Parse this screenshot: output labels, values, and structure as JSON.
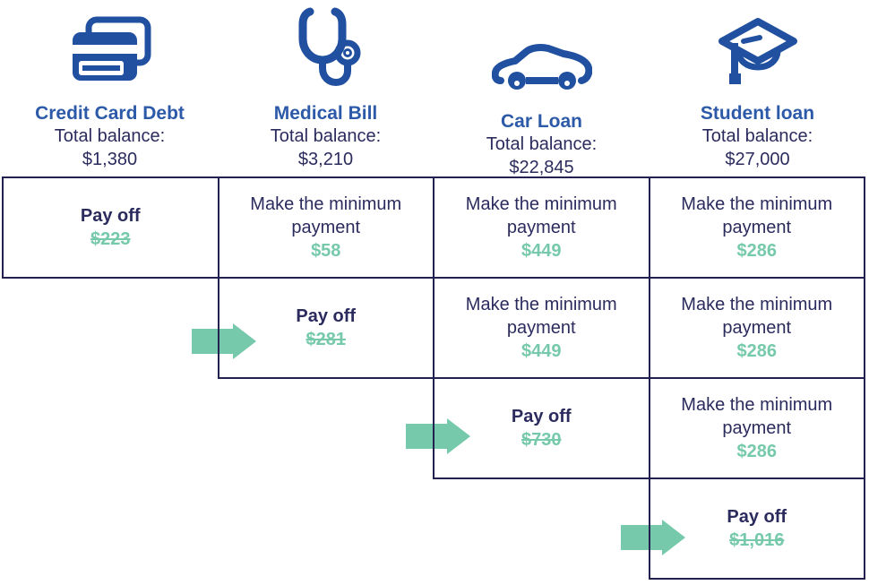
{
  "colors": {
    "brand_blue": "#2A56A7",
    "icon_blue": "#2150A0",
    "navy_text": "#2B2B5E",
    "table_border": "#232150",
    "teal": "#76C9AB"
  },
  "header": {
    "columns": [
      {
        "icon": "credit-card-icon",
        "title": "Credit Card Debt",
        "balance_label": "Total balance:",
        "balance": "$1,380"
      },
      {
        "icon": "stethoscope-icon",
        "title": "Medical Bill",
        "balance_label": "Total balance:",
        "balance": "$3,210"
      },
      {
        "icon": "car-icon",
        "title": "Car Loan",
        "balance_label": "Total balance:",
        "balance": "$22,845"
      },
      {
        "icon": "graduation-cap-icon",
        "title": "Student loan",
        "balance_label": "Total balance:",
        "balance": "$27,000"
      }
    ]
  },
  "table": {
    "rows": [
      {
        "cells": [
          {
            "type": "payoff",
            "label": "Pay off",
            "amount": "$223",
            "strikethrough": true
          },
          {
            "type": "minimum",
            "label": "Make the minimum payment",
            "amount": "$58",
            "strikethrough": false
          },
          {
            "type": "minimum",
            "label": "Make the minimum payment",
            "amount": "$449",
            "strikethrough": false
          },
          {
            "type": "minimum",
            "label": "Make the minimum payment",
            "amount": "$286",
            "strikethrough": false
          }
        ]
      },
      {
        "cells": [
          {
            "type": "payoff",
            "label": "Pay off",
            "amount": "$281",
            "strikethrough": true
          },
          {
            "type": "minimum",
            "label": "Make the minimum payment",
            "amount": "$449",
            "strikethrough": false
          },
          {
            "type": "minimum",
            "label": "Make the minimum payment",
            "amount": "$286",
            "strikethrough": false
          }
        ]
      },
      {
        "cells": [
          {
            "type": "payoff",
            "label": "Pay off",
            "amount": "$730",
            "strikethrough": true
          },
          {
            "type": "minimum",
            "label": "Make the minimum payment",
            "amount": "$286",
            "strikethrough": false
          }
        ]
      },
      {
        "cells": [
          {
            "type": "payoff",
            "label": "Pay off",
            "amount": "$1,016",
            "strikethrough": true
          }
        ]
      }
    ]
  },
  "icons": {
    "arrow": "arrow-right-icon"
  }
}
